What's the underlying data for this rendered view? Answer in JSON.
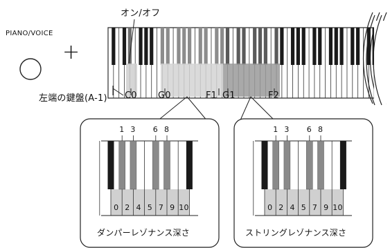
{
  "header": {
    "on_off_label": "オン/オフ",
    "combo_label": "PIANO/VOICE",
    "plus_symbol": "+"
  },
  "keyboard_labels": {
    "left_key": "左端の鍵盤(A-1)",
    "c0": "C0",
    "g0": "G0",
    "f1": "F1",
    "g1": "G1",
    "f2": "F2"
  },
  "panels": [
    {
      "caption": "ダンパーレゾナンス深さ",
      "black_key_numbers": [
        "1",
        "3",
        "6",
        "8"
      ],
      "white_key_numbers": [
        "0",
        "2",
        "4",
        "5",
        "7",
        "9",
        "10"
      ]
    },
    {
      "caption": "ストリングレゾナンス深さ",
      "black_key_numbers": [
        "1",
        "3",
        "6",
        "8"
      ],
      "white_key_numbers": [
        "0",
        "2",
        "4",
        "5",
        "7",
        "9",
        "10"
      ]
    }
  ],
  "colors": {
    "highlight_light": "#d9d9d9",
    "highlight_dark": "#a6a6a6",
    "black_key": "#1a1a1a",
    "black_key_gray": "#8c8c8c"
  }
}
